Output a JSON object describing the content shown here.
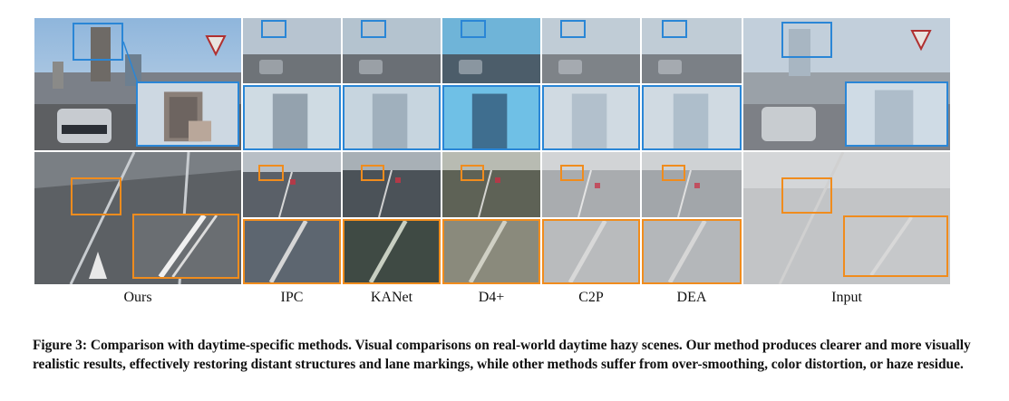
{
  "figure": {
    "caption_prefix": "Figure 3:",
    "caption_text": " Comparison with daytime-specific methods. Visual comparisons on real-world daytime hazy scenes. Our method produces clearer and more visually realistic results, effectively restoring distant structures and lane markings, while other methods suffer from over-smoothing, color distortion, or haze residue."
  },
  "columns": [
    {
      "label": "Ours"
    },
    {
      "label": "IPC"
    },
    {
      "label": "KANet"
    },
    {
      "label": "D4+"
    },
    {
      "label": "C2P"
    },
    {
      "label": "DEA"
    },
    {
      "label": "Input"
    }
  ],
  "colors": {
    "highlight_top": "#2a86d6",
    "highlight_bottom": "#f08c1d"
  }
}
